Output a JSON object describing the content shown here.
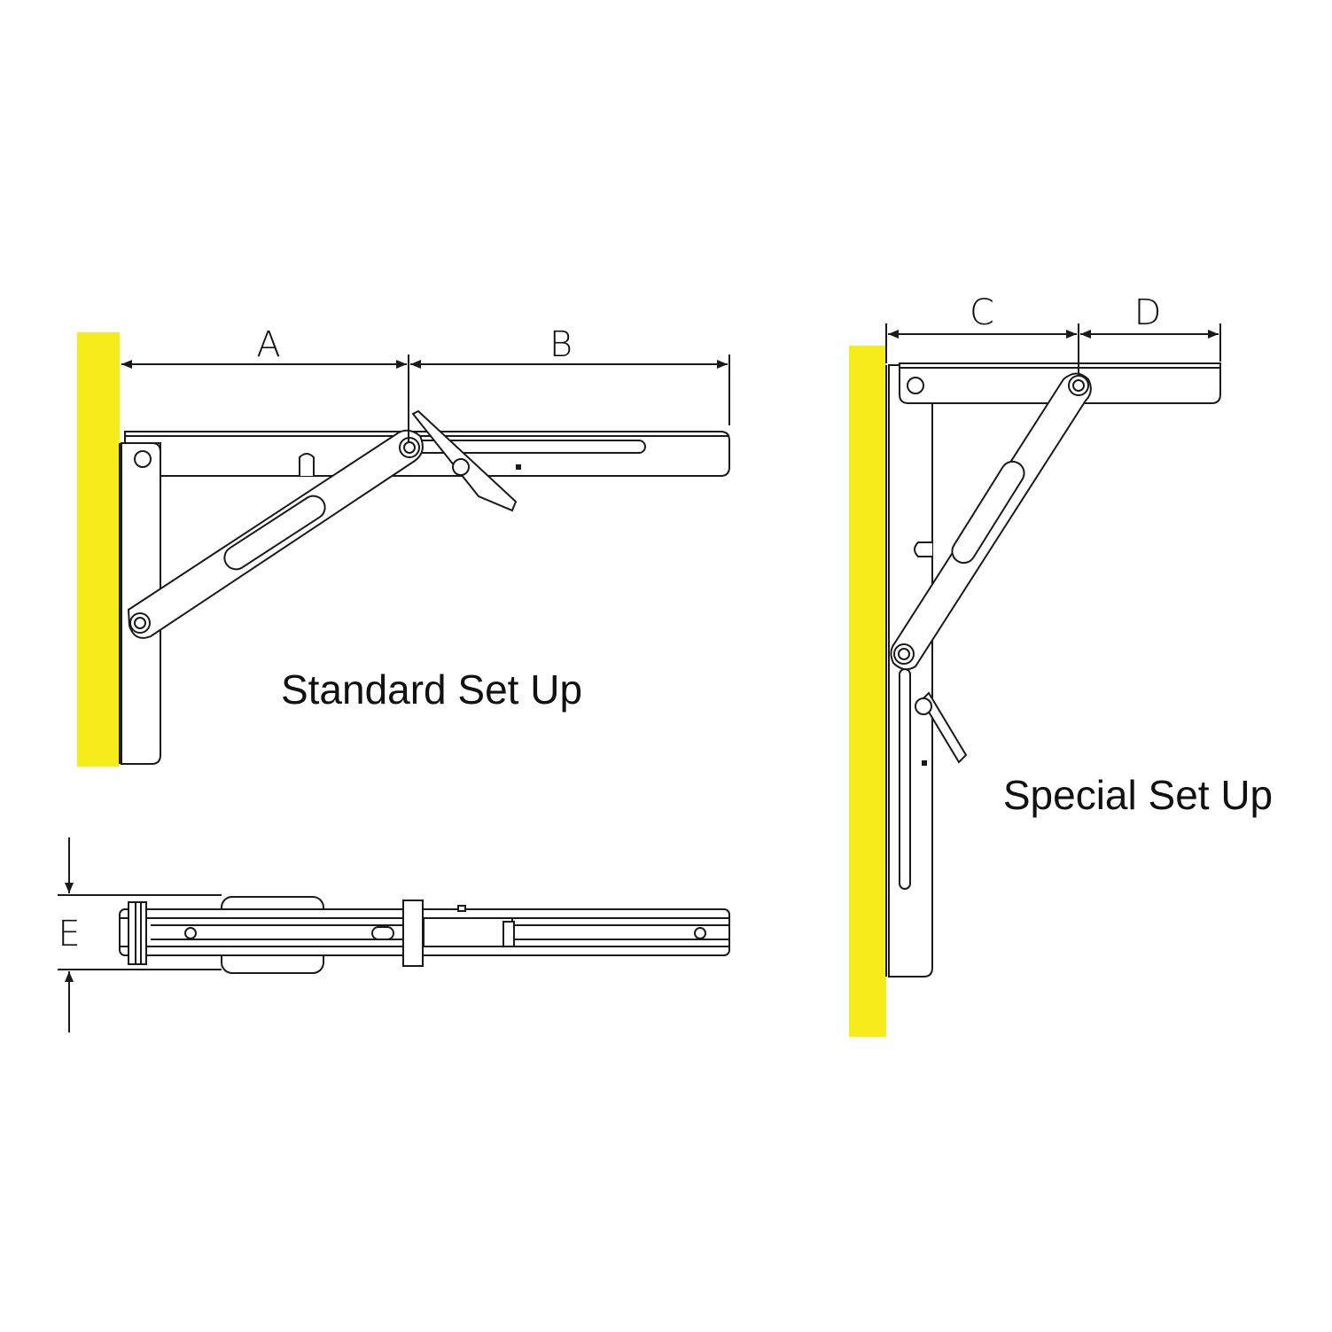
{
  "colors": {
    "wall": "#f5ec1a",
    "line": "#1a1a1a"
  },
  "standard": {
    "caption": "Standard Set Up",
    "dim_a": "A",
    "dim_b": "B"
  },
  "special": {
    "caption": "Special Set Up",
    "dim_c": "C",
    "dim_d": "D"
  },
  "folded": {
    "dim_e": "E"
  }
}
